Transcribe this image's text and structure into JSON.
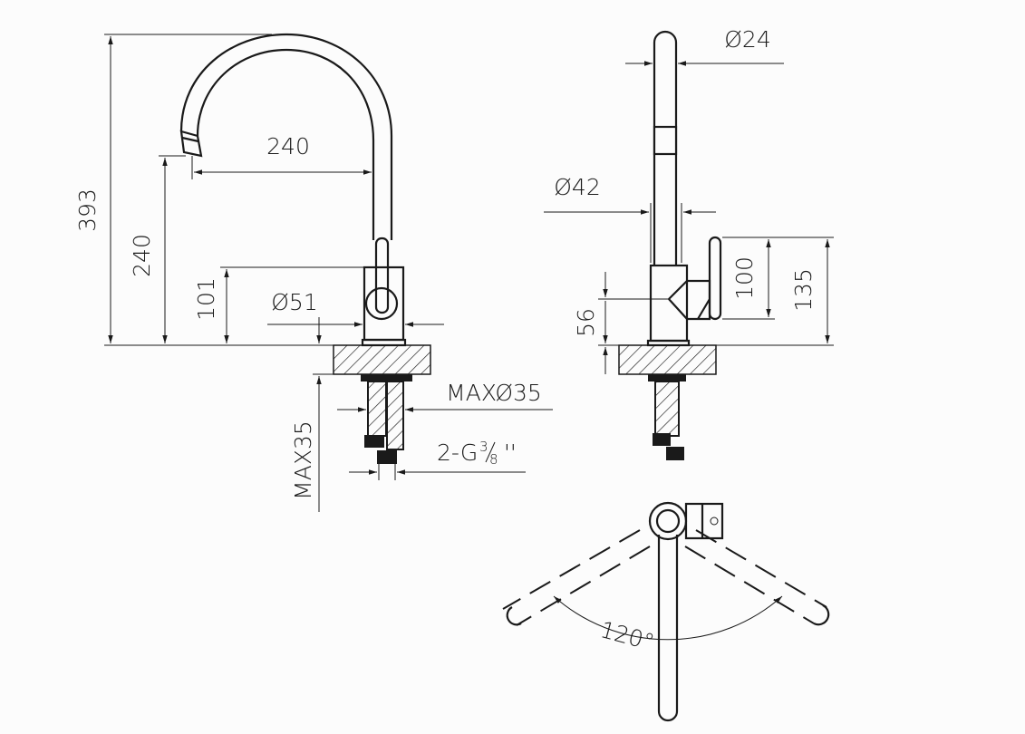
{
  "front_view": {
    "total_height": "393",
    "spout_height": "240",
    "spout_reach": "240",
    "lever_height": "101",
    "body_diameter": "Ø51",
    "max_counter_thickness": "MAX35",
    "max_hole_diameter": "MAXØ35",
    "connection_prefix": "2-G",
    "connection_num": "3",
    "connection_den": "8",
    "connection_suffix": "''"
  },
  "side_view": {
    "spout_diameter": "Ø24",
    "body_diameter": "Ø42",
    "lever_low": "100",
    "lever_high": "135",
    "lever_pivot": "56"
  },
  "top_view": {
    "rotation_angle": "120°"
  }
}
